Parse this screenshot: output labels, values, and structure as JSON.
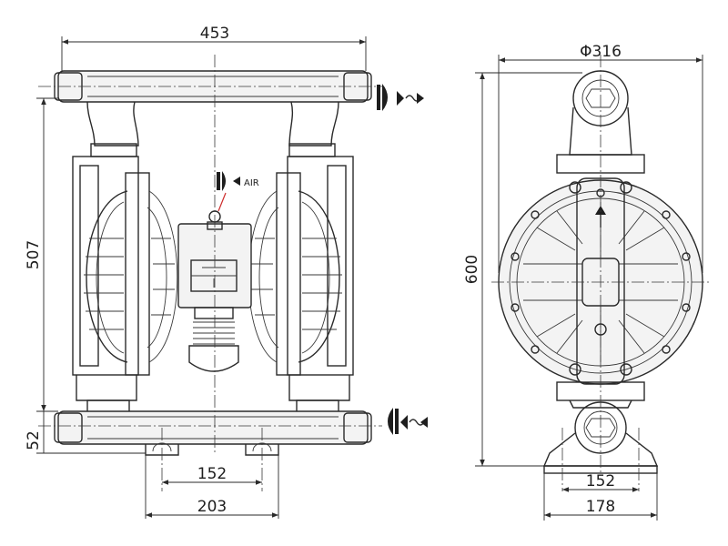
{
  "dimensions": {
    "front_width": "453",
    "front_height": "507",
    "front_base": "52",
    "front_foot_spacing": "152",
    "front_base_width": "203",
    "side_diameter": "Φ316",
    "side_height": "600",
    "side_foot_spacing": "152",
    "side_base_width": "178"
  },
  "labels": {
    "air_inlet": "AIR"
  },
  "icons": {
    "outlet": "fluid-outlet-icon",
    "inlet": "fluid-inlet-icon",
    "air": "air-inlet-icon"
  },
  "colors": {
    "line": "#2a2a2a",
    "background": "#ffffff",
    "air_pointer": "#cc2a2a"
  }
}
